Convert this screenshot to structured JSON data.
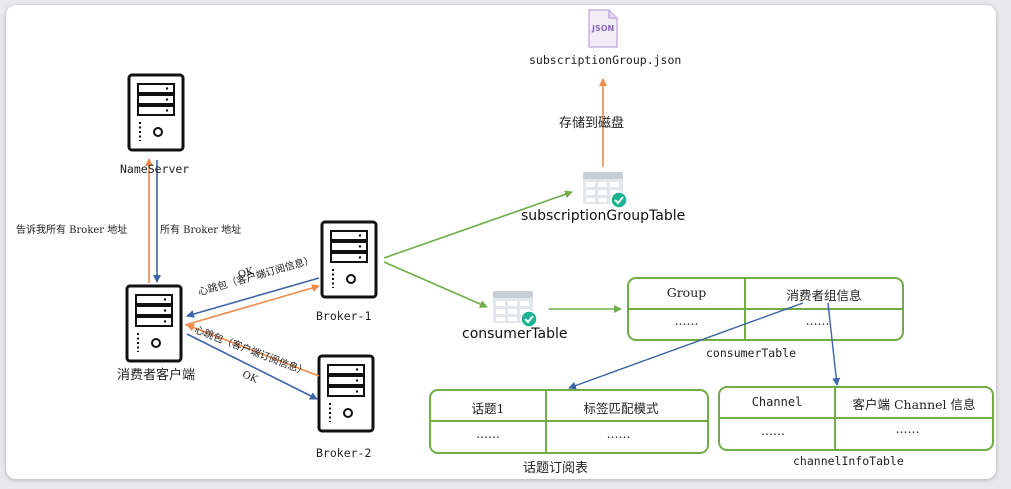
{
  "colors": {
    "orange": "#f08a4b",
    "blue": "#3d63a8",
    "green": "#70ad47",
    "table_border": "#70ad47",
    "json_purple": "#8e6bbf",
    "check_teal": "#1ab394"
  },
  "nodes": {
    "nameserver": "NameServer",
    "client": "消费者客户端",
    "broker1": "Broker-1",
    "broker2": "Broker-2",
    "json_file": "subscriptionGroup.json",
    "json_icon_text": "JSON",
    "subscription_group_table": "subscriptionGroupTable",
    "consumer_table_icon": "consumerTable"
  },
  "edges": {
    "tell_all_brokers": "告诉我所有 Broker 地址",
    "all_brokers": "所有 Broker 地址",
    "ok1": "OK",
    "ok2": "OK",
    "heartbeat1": "心跳包（客户端订阅信息）",
    "heartbeat2": "心跳包（客户端订阅信息）",
    "store_to_disk": "存储到磁盘"
  },
  "tables": {
    "consumer": {
      "caption": "consumerTable",
      "headers": [
        "Group",
        "消费者组信息"
      ],
      "cells": [
        "......",
        "......"
      ]
    },
    "topic": {
      "caption": "话题订阅表",
      "headers": [
        "话题1",
        "标签匹配模式"
      ],
      "cells": [
        "......",
        "......"
      ]
    },
    "channel": {
      "caption": "channelInfoTable",
      "headers": [
        "Channel",
        "客户端 Channel 信息"
      ],
      "cells": [
        "......",
        "......"
      ]
    }
  }
}
